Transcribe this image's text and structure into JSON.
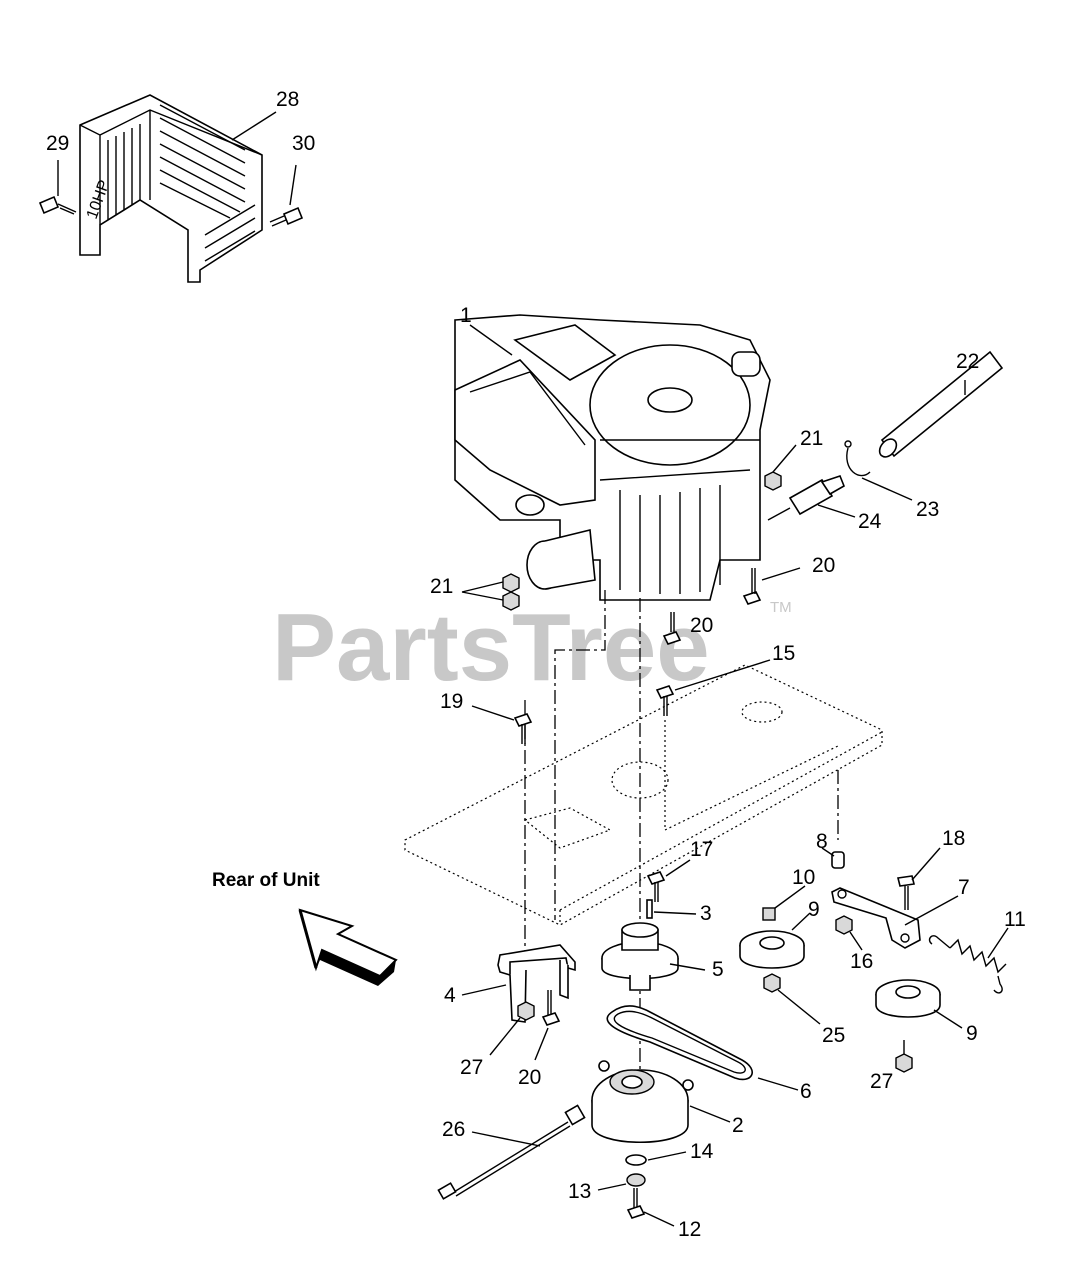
{
  "watermark": {
    "text": "PartsTree",
    "tm": "TM"
  },
  "orientation_label": "Rear of Unit",
  "labels": {
    "l1": "1",
    "l2": "2",
    "l3": "3",
    "l4": "4",
    "l5": "5",
    "l6": "6",
    "l7": "7",
    "l8": "8",
    "l9a": "9",
    "l9b": "9",
    "l10": "10",
    "l11": "11",
    "l12": "12",
    "l13": "13",
    "l14": "14",
    "l15": "15",
    "l16": "16",
    "l17": "17",
    "l18": "18",
    "l19": "19",
    "l20a": "20",
    "l20b": "20",
    "l20c": "20",
    "l21a": "21",
    "l21b": "21",
    "l22": "22",
    "l23": "23",
    "l24": "24",
    "l25": "25",
    "l26": "26",
    "l27a": "27",
    "l27b": "27",
    "l28": "28",
    "l29": "29",
    "l30": "30"
  },
  "icons": {
    "arrow": "rear-direction-arrow-icon"
  }
}
